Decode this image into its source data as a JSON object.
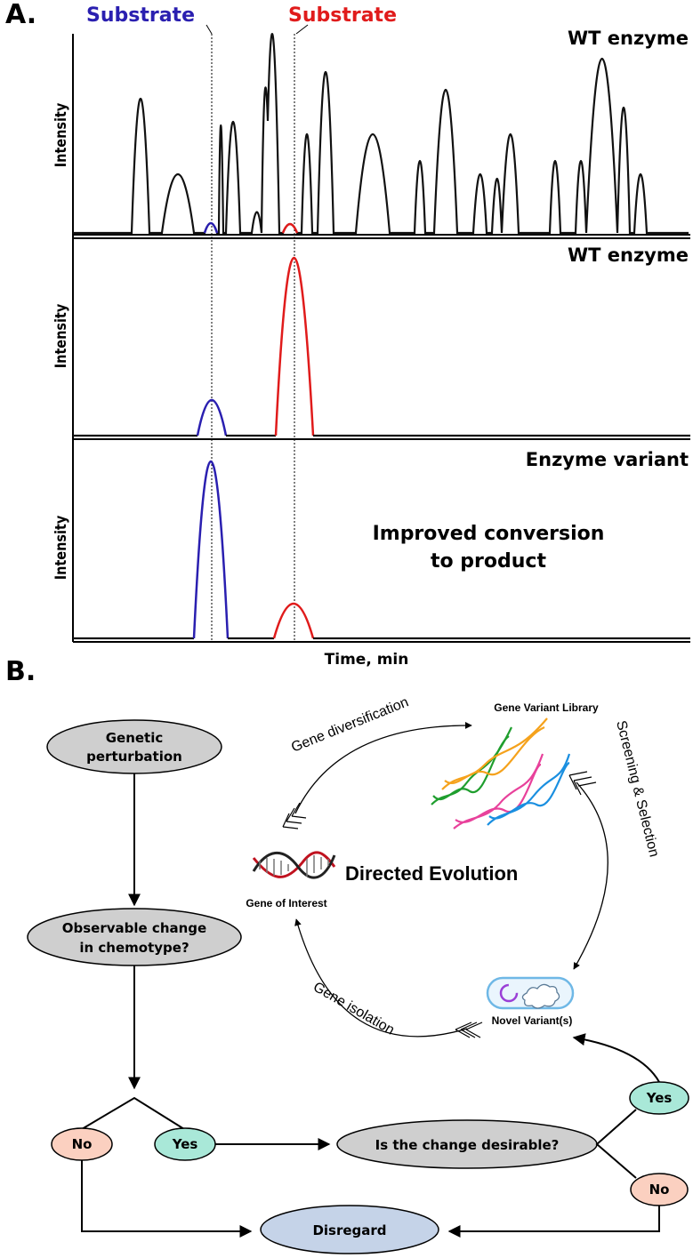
{
  "panel_a": {
    "letter": "A.",
    "substrate_blue_label": "Substrate",
    "substrate_red_label": "Substrate",
    "colors": {
      "blue": "#2a1fb0",
      "red": "#e01b1b",
      "trace": "#111111"
    },
    "plots": [
      {
        "title": "WT enzyme",
        "ylabel": "Intensity"
      },
      {
        "title": "WT enzyme",
        "ylabel": "Intensity"
      },
      {
        "title": "Enzyme variant",
        "ylabel": "Intensity",
        "note_line1": "Improved conversion",
        "note_line2": "to product"
      }
    ],
    "xlabel": "Time, min"
  },
  "panel_b": {
    "letter": "B.",
    "flow": {
      "genetic_perturbation_line1": "Genetic",
      "genetic_perturbation_line2": "perturbation",
      "observable_line1": "Observable change",
      "observable_line2": "in chemotype?",
      "no_label": "No",
      "yes_label": "Yes",
      "desirable_label": "Is the change desirable?",
      "yes2_label": "Yes",
      "no2_label": "No",
      "disregard_label": "Disregard",
      "colors": {
        "gray_node": "#cfcfcf",
        "yes_node": "#a9e8d8",
        "no_node": "#fbd0c0",
        "disregard_node": "#c5d3e8"
      }
    },
    "cycle": {
      "title": "Directed Evolution",
      "gene_of_interest": "Gene of Interest",
      "gene_variant_library": "Gene Variant Library",
      "novel_variants": "Novel Variant(s)",
      "gene_diversification": "Gene diversification",
      "screening_selection": "Screening & Selection",
      "gene_isolation": "Gene isolation",
      "dna_colors": [
        "#1f9e2e",
        "#f5a21c",
        "#e8419b",
        "#1a8fe0"
      ]
    }
  }
}
